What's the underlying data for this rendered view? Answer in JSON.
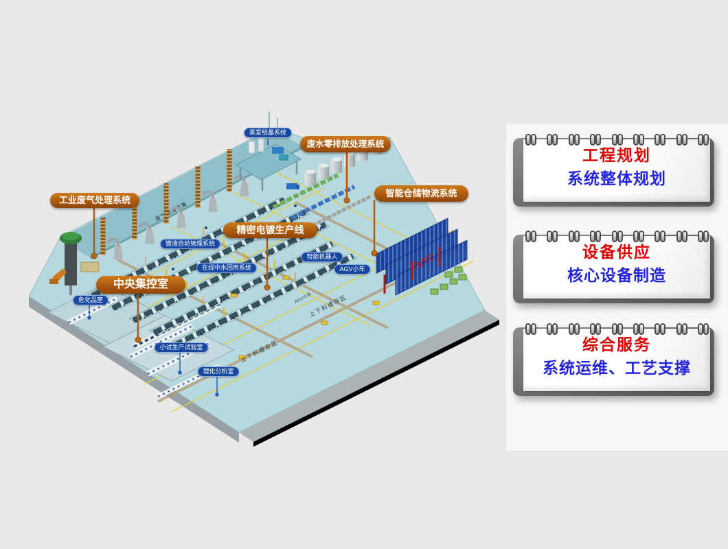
{
  "slide": {
    "background": "#e9e9e9",
    "panel_background": "#f7f7f8"
  },
  "colors": {
    "callout_orange": "#b05c10",
    "tag_blue": "#17479e",
    "card_title_red": "#dd0000",
    "card_subtitle_blue": "#2424dd",
    "floor_teal": "#b6d8de",
    "rack_blue": "#1e4190"
  },
  "factory": {
    "callouts": {
      "waste_gas": "工业废气处理系统",
      "zero_discharge": "废水零排放处理系统",
      "plating_line": "精密电镀生产线",
      "smart_warehouse": "智能仓储物流系统",
      "control_room": "中央集控室"
    },
    "tags": {
      "evaporation": "蒸发结晶系统",
      "bath_mgmt": "镀液自动管理系统",
      "water_reuse": "在线中水回用系统",
      "robot": "智能机器人",
      "agv": "AGV小车",
      "hazmat": "危化品室",
      "pilot_lab": "小试生产试验室",
      "analysis_lab": "理化分析室"
    },
    "floor_texts": {
      "buffer_area_1": "上下料缓存区",
      "buffer_area_2": "上下料缓存区",
      "agv_small": "AGV小车",
      "duct_text": "废气管道收集"
    },
    "warehouse_logo": "CETC"
  },
  "cards": [
    {
      "title": "工程规划",
      "subtitle": "系统整体规划"
    },
    {
      "title": "设备供应",
      "subtitle": "核心设备制造"
    },
    {
      "title": "综合服务",
      "subtitle": "系统运维、工艺支撑"
    }
  ]
}
